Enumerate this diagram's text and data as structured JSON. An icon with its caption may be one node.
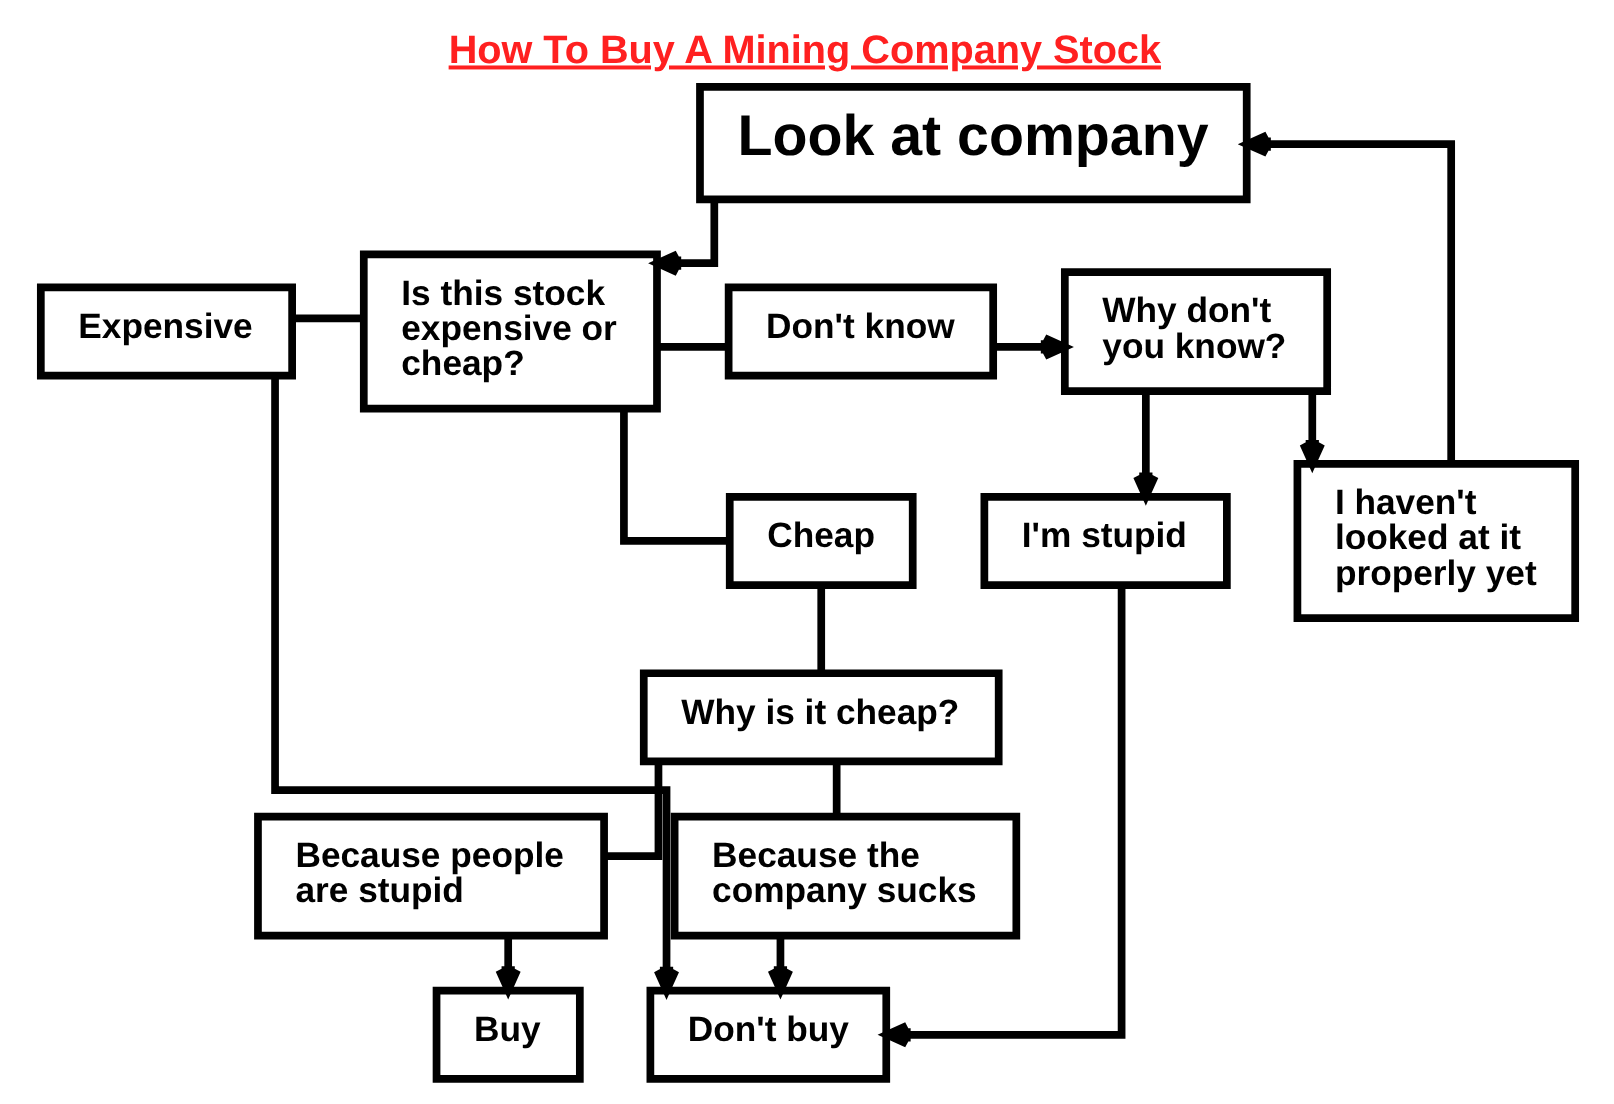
{
  "diagram": {
    "title": "How To Buy A Mining Company Stock",
    "nodes": [
      {
        "text": [
          "Look at company"
        ]
      },
      {
        "text": [
          "Is this stock expensive or cheap?"
        ]
      },
      {
        "text": [
          "Expensive"
        ]
      },
      {
        "text": [
          "Don't know"
        ]
      },
      {
        "text": [
          "Why don't you know?"
        ]
      },
      {
        "text": [
          "I'm stupid"
        ]
      },
      {
        "text": [
          "I haven't looked at it properly yet"
        ]
      },
      {
        "text": [
          "Cheap"
        ]
      },
      {
        "text": [
          "Why is it cheap?"
        ]
      },
      {
        "text": [
          "Because people are stupid"
        ]
      },
      {
        "text": [
          "Because the company sucks"
        ]
      },
      {
        "text": [
          "Buy"
        ]
      },
      {
        "text": [
          "Don't buy"
        ]
      }
    ],
    "edges": [
      {
        "from": 0,
        "to": 1,
        "arrow": "to"
      },
      {
        "from": 1,
        "to": 2,
        "arrow": "none"
      },
      {
        "from": 2,
        "to": 12,
        "arrow": "to"
      },
      {
        "from": 1,
        "to": 3,
        "arrow": "none"
      },
      {
        "from": 3,
        "to": 4,
        "arrow": "to"
      },
      {
        "from": 4,
        "to": 5,
        "arrow": "to"
      },
      {
        "from": 4,
        "to": 6,
        "arrow": "to"
      },
      {
        "from": 6,
        "to": 0,
        "arrow": "to"
      },
      {
        "from": 1,
        "to": 7,
        "arrow": "none"
      },
      {
        "from": 7,
        "to": 8,
        "arrow": "none"
      },
      {
        "from": 8,
        "to": 9,
        "arrow": "none"
      },
      {
        "from": 8,
        "to": 10,
        "arrow": "none"
      },
      {
        "from": 9,
        "to": 11,
        "arrow": "to"
      },
      {
        "from": 10,
        "to": 12,
        "arrow": "to"
      },
      {
        "from": 5,
        "to": 12,
        "arrow": "to"
      }
    ]
  }
}
